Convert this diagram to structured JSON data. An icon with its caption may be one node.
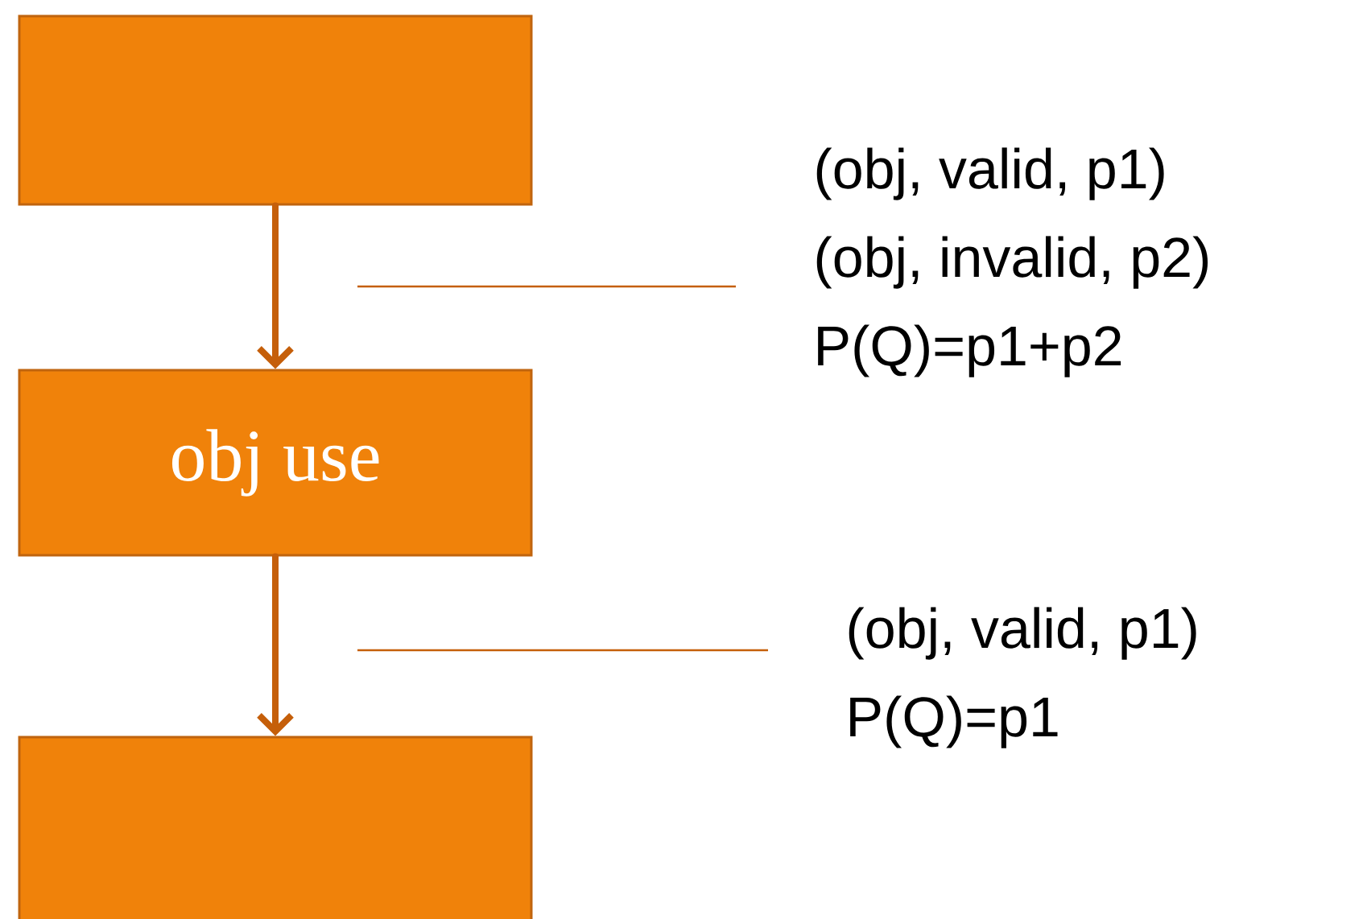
{
  "diagram": {
    "nodes": [
      {
        "text": [],
        "shape": "box"
      },
      {
        "text": [
          "obj use"
        ]
      },
      {
        "text": [],
        "shape": "box"
      },
      {
        "text": [
          "(obj, valid, p1)",
          "(obj, invalid, p2)",
          "P(Q)=p1+p2"
        ]
      },
      {
        "text": [
          "(obj, valid, p1)",
          "P(Q)=p1"
        ]
      }
    ],
    "edges": [
      {
        "from": 0,
        "to": 1,
        "arrow": "to",
        "style": "thick"
      },
      {
        "from": 1,
        "to": 2,
        "arrow": "to",
        "style": "thick"
      },
      {
        "from": 3,
        "to": null,
        "arrow": "none"
      },
      {
        "from": 4,
        "to": null,
        "arrow": "none"
      }
    ]
  }
}
